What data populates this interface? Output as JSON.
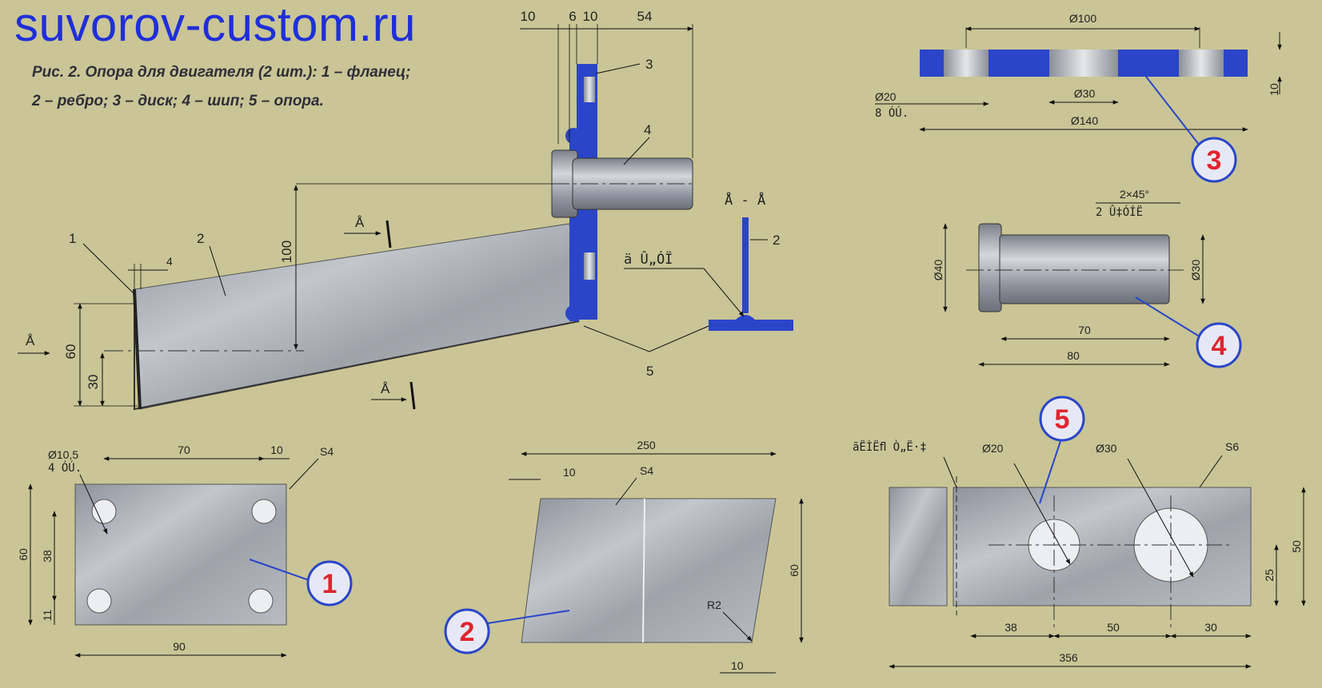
{
  "header": {
    "site": "suvorov-custom.ru",
    "caption_line1": "Рис. 2. Опора для двигателя (2 шт.): 1 – фланец;",
    "caption_line2": "2 – ребро; 3 – диск; 4 – шип; 5 – опора."
  },
  "assembly": {
    "dim_top_10": "10",
    "dim_top_6": "6",
    "dim_top_10b": "10",
    "dim_top_54": "54",
    "dim_100": "100",
    "dim_4": "4",
    "dim_60": "60",
    "dim_30": "30",
    "label_1": "1",
    "label_2": "2",
    "label_3": "3",
    "label_4": "4",
    "label_5": "5",
    "section_mark_A": "Å",
    "section_arrow_left": "Å",
    "section_title": "Å - Å",
    "section_label_2": "2",
    "weld_note": "ä Û„ÓÏ"
  },
  "part3": {
    "d100": "Ø100",
    "d30": "Ø30",
    "d140": "Ø140",
    "d20": "Ø20",
    "holes": "8 ÓÚ.",
    "thick": "10",
    "badge": "3"
  },
  "part4": {
    "chamfer": "2×45°",
    "chamfer_note": "2 Û‡ÓÍË",
    "d40": "Ø40",
    "d30": "Ø30",
    "len70": "70",
    "len80": "80",
    "badge": "4"
  },
  "part1": {
    "hole": "Ø10,5",
    "holes": "4 ÓÚ.",
    "dim70": "70",
    "dim10": "10",
    "s4": "S4",
    "dim60": "60",
    "dim38": "38",
    "dim11": "11",
    "dim90": "90",
    "badge": "1"
  },
  "part2": {
    "dim250": "250",
    "dim10": "10",
    "s4": "S4",
    "dim60": "60",
    "r2": "R2",
    "dim10b": "10",
    "badge": "2"
  },
  "part5": {
    "bend_note": "ãËÌËﬂ Ò„Ë·‡",
    "d20": "Ø20",
    "d30": "Ø30",
    "s6": "S6",
    "dim50": "50",
    "dim25": "25",
    "dim38": "38",
    "dim50b": "50",
    "dim30": "30",
    "dim356": "356",
    "badge": "5"
  },
  "colors": {
    "background": "#c9c596",
    "title_blue": "#1f2fd8",
    "steel_blue": "#2a45c8",
    "badge_red": "#e0242e",
    "metal": "#a9adb4"
  }
}
